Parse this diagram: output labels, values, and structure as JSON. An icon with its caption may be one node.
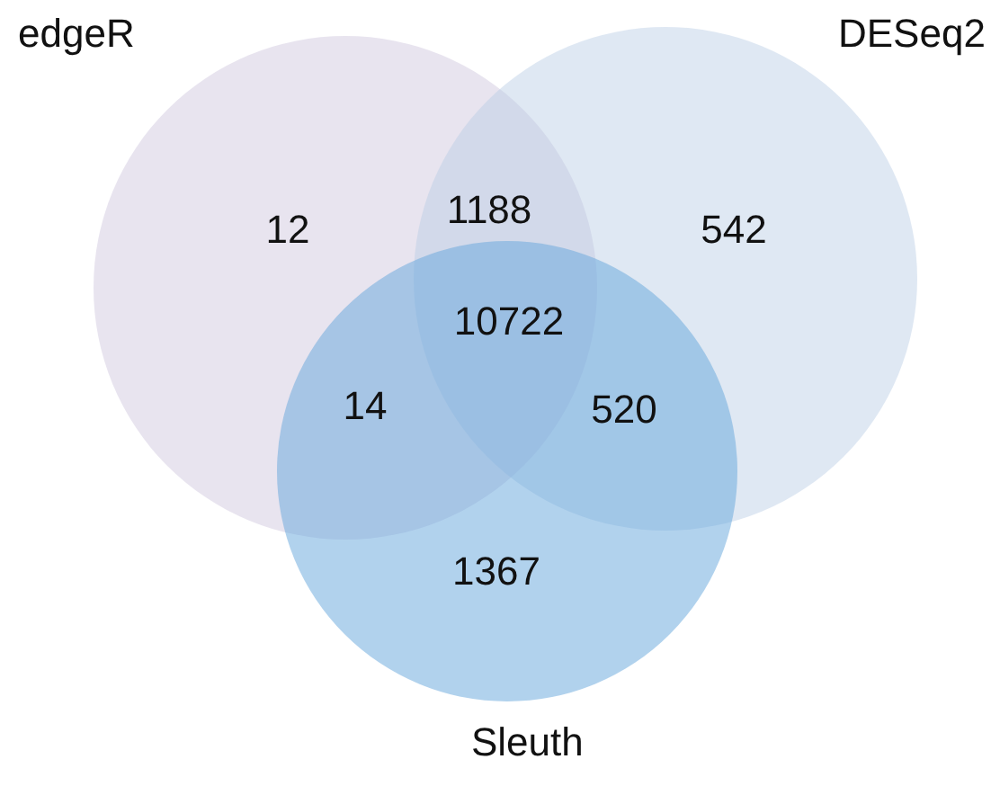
{
  "diagram": {
    "nodes": [
      {
        "text": [
          "edgeR"
        ]
      },
      {
        "text": [
          "DESeq2"
        ]
      },
      {
        "text": [
          "Sleuth"
        ]
      }
    ],
    "labels": [
      "12",
      "1188",
      "542",
      "10722",
      "14",
      "520",
      "1367"
    ]
  }
}
